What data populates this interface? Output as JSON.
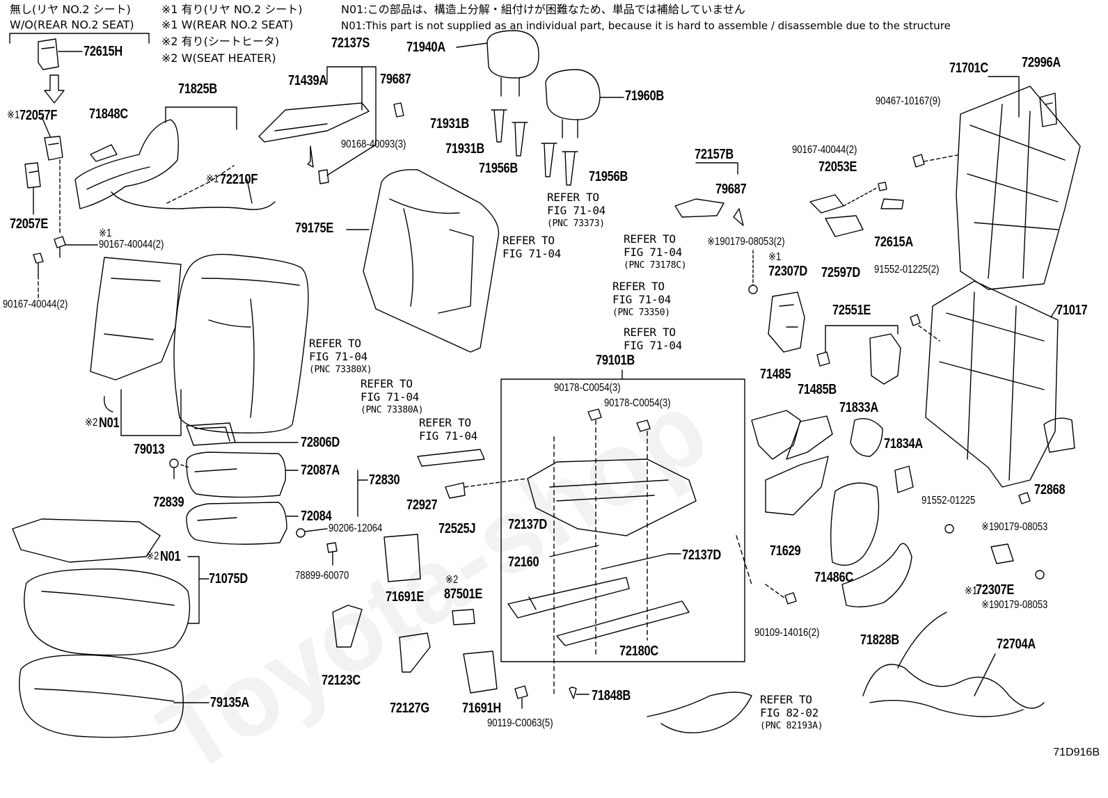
{
  "header": {
    "wo_note_jp": "無し(リヤ NO.2 シート)",
    "wo_note_en": "W/O(REAR NO.2 SEAT)",
    "legend": [
      "※1 有り(リヤ NO.2 シート)",
      "※1 W(REAR NO.2 SEAT)",
      "※2 有り(シートヒータ)",
      "※2 W(SEAT HEATER)"
    ],
    "n01_jp": "N01:この部品は、構造上分解・組付けが困難なため、単品では補給していません",
    "n01_en": "N01:This part is not supplied as an individual part, because it is hard to assemble / disassemble due to the structure"
  },
  "watermark": "Toyota-shop",
  "diagram_code": "71D916B",
  "colors": {
    "line": "#000000",
    "background": "#ffffff"
  },
  "parts": {
    "p72615H": "72615H",
    "p72057F": "72057F",
    "p72057F_mark": "※1",
    "p72057E": "72057E",
    "p71848C": "71848C",
    "p71825B": "71825B",
    "p72210F": "72210F",
    "p72210F_mark": "※1",
    "p90167_40044_a": "90167-40044(2)",
    "p90167_40044_a_mark": "※1",
    "p90167_40044_b": "90167-40044(2)",
    "p72137S": "72137S",
    "p71439A": "71439A",
    "p79687_a": "79687",
    "p90168_40093": "90168-40093(3)",
    "p71940A": "71940A",
    "p71960B": "71960B",
    "p71931B_a": "71931B",
    "p71931B_b": "71931B",
    "p71956B_a": "71956B",
    "p71956B_b": "71956B",
    "p79175E": "79175E",
    "p72157B": "72157B",
    "p79687_b": "79687",
    "p190179": "※190179-08053(2)",
    "p90167_40044_c": "90167-40044(2)",
    "p72053E": "72053E",
    "p72615A": "72615A",
    "p72597D": "72597D",
    "p71701C": "71701C",
    "p72996A": "72996A",
    "p90467": "90467-10167(9)",
    "p91552_a": "91552-01225(2)",
    "p72307D": "72307D",
    "p72307D_mark": "※1",
    "p72551E": "72551E",
    "p71017": "71017",
    "p71485": "71485",
    "p71485B": "71485B",
    "p71833A": "71833A",
    "p71834A": "71834A",
    "p72868": "72868",
    "p91552_b": "91552-01225",
    "p90179_a": "90179-08053",
    "p90179_a_mark": "※1",
    "p72307E": "72307E",
    "p72307E_mark": "※1",
    "p90179_b": "90179-08053",
    "p90179_b_mark": "※1",
    "p71629": "71629",
    "p71486C": "71486C",
    "p71828B": "71828B",
    "p72704A": "72704A",
    "p90109": "90109-14016(2)",
    "p79013": "79013",
    "pN01_a": "N01",
    "pN01_a_mark": "※2",
    "pN01_b": "N01",
    "pN01_b_mark": "※2",
    "p72806D": "72806D",
    "p72087A": "72087A",
    "p72830": "72830",
    "p72839": "72839",
    "p72084": "72084",
    "p90206": "90206-12064",
    "p78899": "78899-60070",
    "p71075D": "71075D",
    "p79135A": "79135A",
    "p72927": "72927",
    "p72525J": "72525J",
    "p71691E": "71691E",
    "p87501E": "87501E",
    "p87501E_mark": "※2",
    "p72123C": "72123C",
    "p72127G": "72127G",
    "p71691H": "71691H",
    "p90119": "90119-C0063(5)",
    "p71848B": "71848B",
    "p79101B": "79101B",
    "p90178_a": "90178-C0054(3)",
    "p90178_b": "90178-C0054(3)",
    "p72137D_a": "72137D",
    "p72137D_b": "72137D",
    "p72160": "72160",
    "p72180C": "72180C"
  },
  "refs": {
    "r73373": {
      "l1": "REFER TO",
      "l2": "FIG 71-04",
      "pnc": "(PNC 73373)"
    },
    "r7104_a": {
      "l1": "REFER TO",
      "l2": "FIG 71-04"
    },
    "r73178C": {
      "l1": "REFER TO",
      "l2": "FIG 71-04",
      "pnc": "(PNC 73178C)"
    },
    "r73350": {
      "l1": "REFER TO",
      "l2": "FIG 71-04",
      "pnc": "(PNC 73350)"
    },
    "r7104_b": {
      "l1": "REFER TO",
      "l2": "FIG 71-04"
    },
    "r73380X": {
      "l1": "REFER TO",
      "l2": "FIG 71-04",
      "pnc": "(PNC 73380X)"
    },
    "r73380A": {
      "l1": "REFER TO",
      "l2": "FIG 71-04",
      "pnc": "(PNC 73380A)"
    },
    "r7104_c": {
      "l1": "REFER TO",
      "l2": "FIG 71-04"
    },
    "r82193A": {
      "l1": "REFER TO",
      "l2": "FIG 82-02",
      "pnc": "(PNC 82193A)"
    }
  }
}
